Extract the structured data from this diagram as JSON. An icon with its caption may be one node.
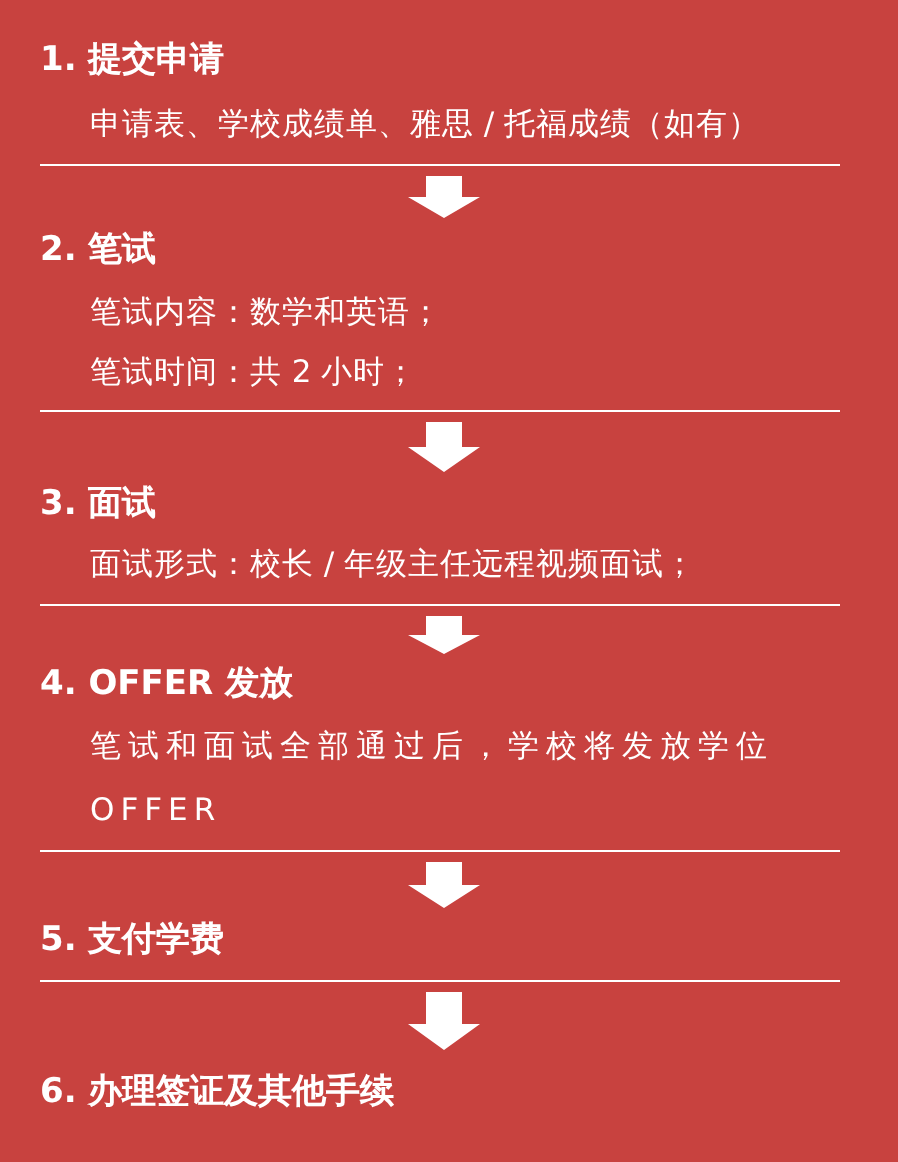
{
  "diagram": {
    "nodes": [
      {
        "text": [
          "1. 提交申请",
          "申请表、学校成绩单、雅思 / 托福成绩（如有）"
        ]
      },
      {
        "text": [
          "2. 笔试",
          "笔试内容：数学和英语；",
          "笔试时间：共 2 小时；"
        ]
      },
      {
        "text": [
          "3. 面试",
          "面试形式：校长 / 年级主任远程视频面试；"
        ]
      },
      {
        "text": [
          "4. OFFER 发放",
          "笔试和面试全部通过后，学校将发放学位 OFFER"
        ]
      },
      {
        "text": [
          "5. 支付学费"
        ]
      },
      {
        "text": [
          "6. 办理签证及其他手续"
        ]
      }
    ],
    "edges": [
      {
        "from": 0,
        "to": 1,
        "arrow": "to"
      },
      {
        "from": 1,
        "to": 2,
        "arrow": "to"
      },
      {
        "from": 2,
        "to": 3,
        "arrow": "to"
      },
      {
        "from": 3,
        "to": 4,
        "arrow": "to"
      },
      {
        "from": 4,
        "to": 5,
        "arrow": "to"
      }
    ]
  }
}
